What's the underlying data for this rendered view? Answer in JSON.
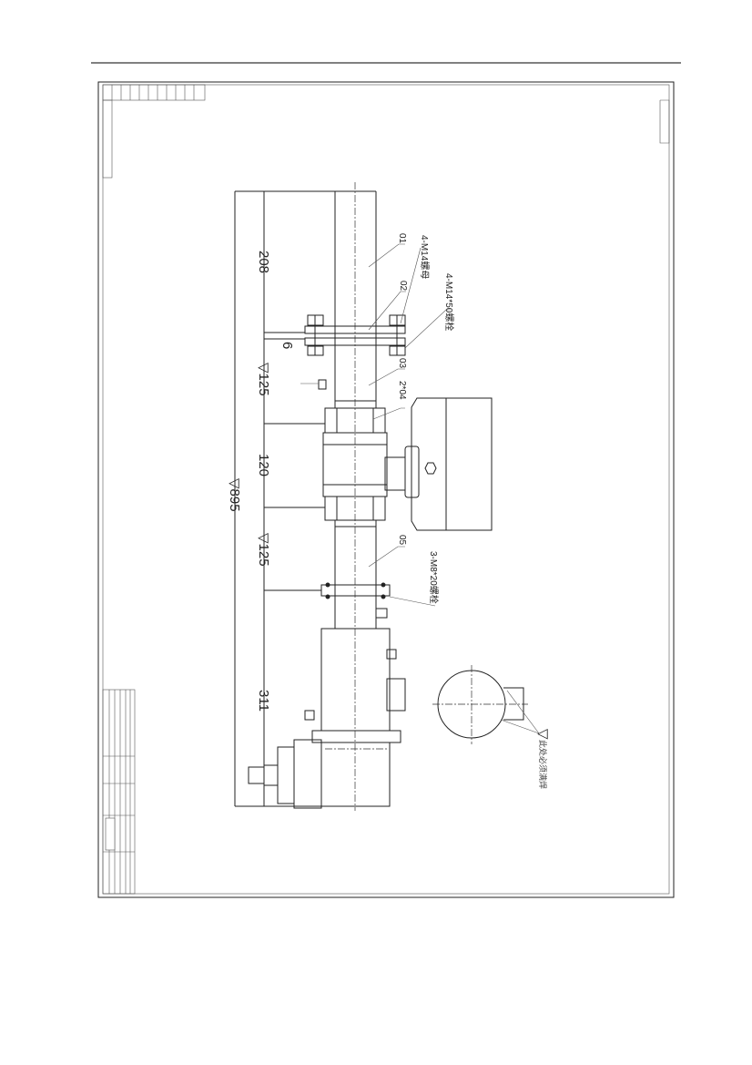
{
  "dimensions": {
    "d208": "208",
    "d6": "6",
    "d125a": "▽125",
    "d120": "120",
    "d895": "▽895",
    "d125b": "▽125",
    "d311": "311"
  },
  "parts": {
    "p01": "01",
    "p02": "02",
    "p03": "03",
    "p04": "2*04",
    "p05": "05"
  },
  "callouts": {
    "nut": "4-M14螺母",
    "bolt": "4-M14*50螺栓",
    "bolt_small": "3-M8*20螺栓",
    "weld": "此处必须满焊"
  }
}
